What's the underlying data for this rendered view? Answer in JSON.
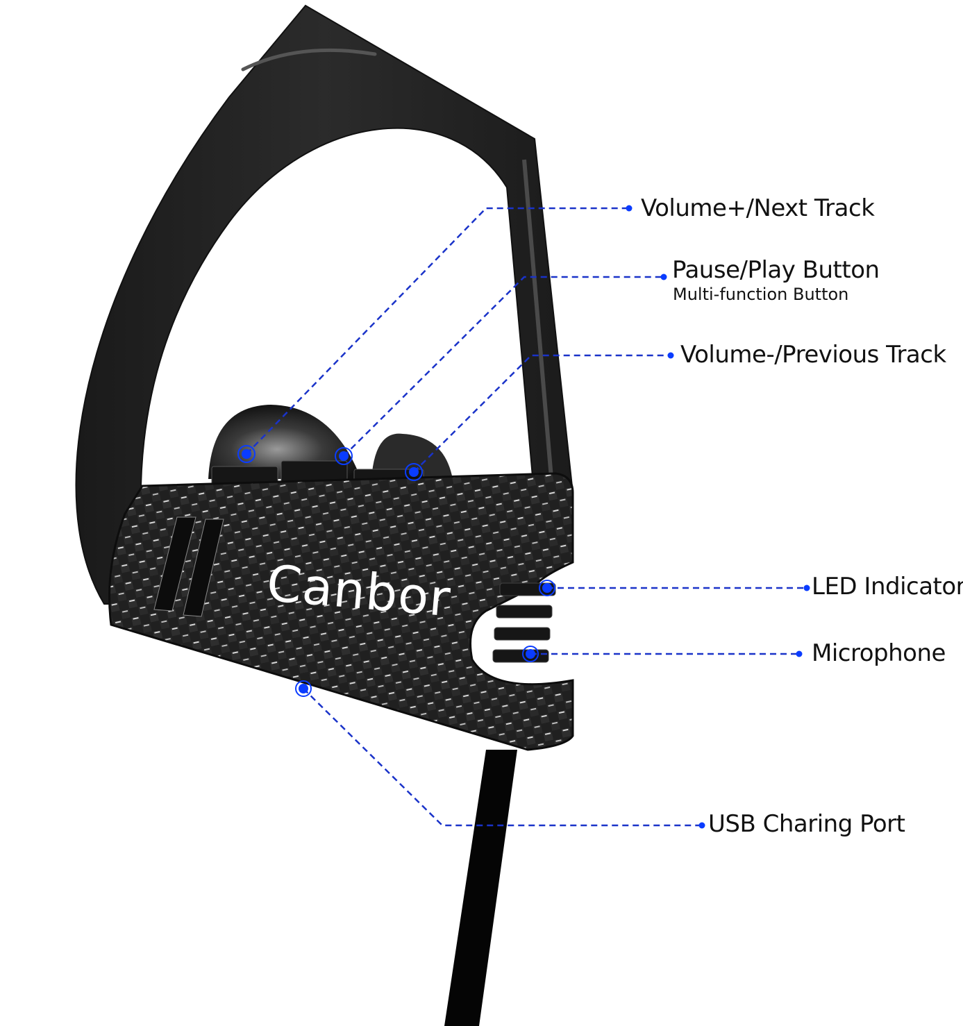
{
  "diagram": {
    "subject": "Sport Bluetooth earphone (ear-hook) with labeled controls",
    "brand_logo_text": "Canbor",
    "colors": {
      "background": "#ffffff",
      "callout_line": "#1a33c9",
      "callout_dot": "#0a3cff",
      "label_text": "#111111",
      "product_body": "#1c1c1c",
      "logo_text": "#ffffff"
    },
    "callouts": [
      {
        "id": "volume-up",
        "label": "Volume+/Next Track",
        "sublabel": ""
      },
      {
        "id": "pause-play",
        "label": "Pause/Play Button",
        "sublabel": "Multi-function Button"
      },
      {
        "id": "volume-down",
        "label": "Volume-/Previous Track",
        "sublabel": ""
      },
      {
        "id": "led",
        "label": "LED Indicator",
        "sublabel": ""
      },
      {
        "id": "microphone",
        "label": "Microphone",
        "sublabel": ""
      },
      {
        "id": "usb",
        "label": "USB Charing Port",
        "sublabel": ""
      }
    ]
  }
}
